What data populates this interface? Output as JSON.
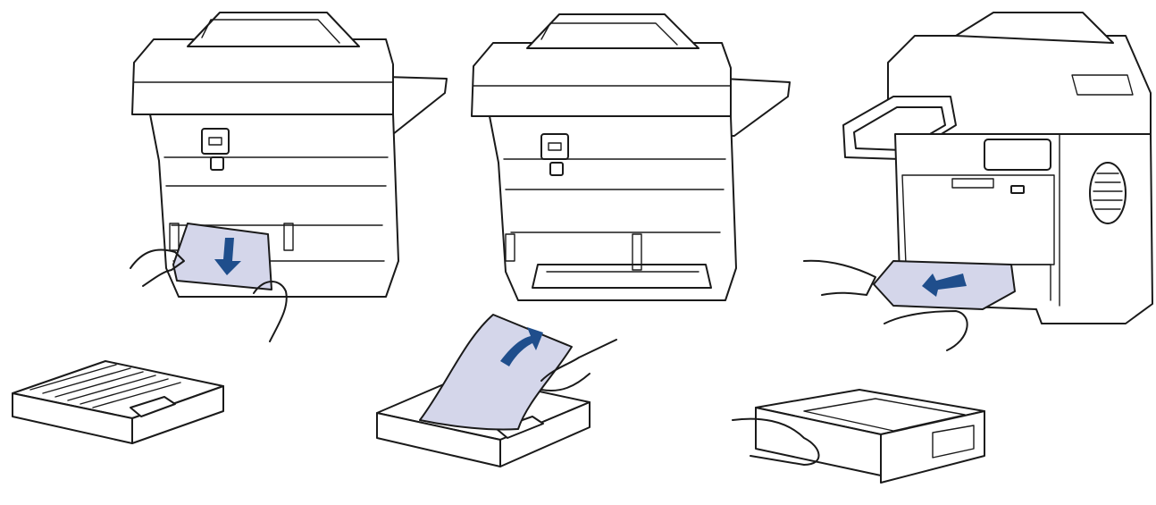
{
  "figure": {
    "steps": [
      {
        "action": "pull-jammed-paper-out-of-back",
        "arrow_direction": "down"
      },
      {
        "action": "lift-jammed-paper-out-of-tray",
        "arrow_direction": "up"
      },
      {
        "action": "pull-jammed-paper-out-of-front",
        "arrow_direction": "left"
      }
    ]
  },
  "colors": {
    "line": "#1a1a1a",
    "paper": "#d4d6ea",
    "arrow": "#1f4e8c",
    "background": "#ffffff"
  }
}
